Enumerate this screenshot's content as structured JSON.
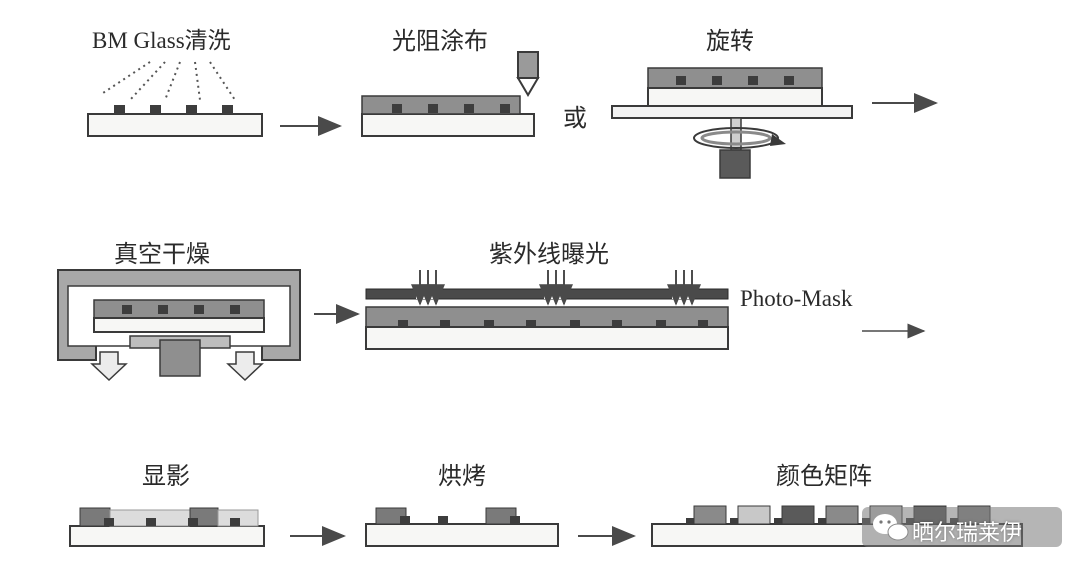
{
  "steps": [
    {
      "id": "clean",
      "label": "BM Glass清洗"
    },
    {
      "id": "coat",
      "label": "光阻涂布"
    },
    {
      "id": "spin",
      "label": "旋转"
    },
    {
      "id": "dry",
      "label": "真空干燥"
    },
    {
      "id": "expose",
      "label": "紫外线曝光"
    },
    {
      "id": "develop",
      "label": "显影"
    },
    {
      "id": "bake",
      "label": "烘烤"
    },
    {
      "id": "result",
      "label": "颜色矩阵"
    }
  ],
  "or_label": "或",
  "photomask_label": "Photo-Mask",
  "watermark": {
    "text": "晒尔瑞莱伊",
    "icon": "wechat-icon"
  },
  "colors": {
    "substrate": "#f7f7f5",
    "outline": "#3a3a3a",
    "photoresist": "#8f8f8f",
    "bm": "#3d3d3d",
    "chamber": "#a8a8a8",
    "arrow": "#4a4a4a"
  }
}
